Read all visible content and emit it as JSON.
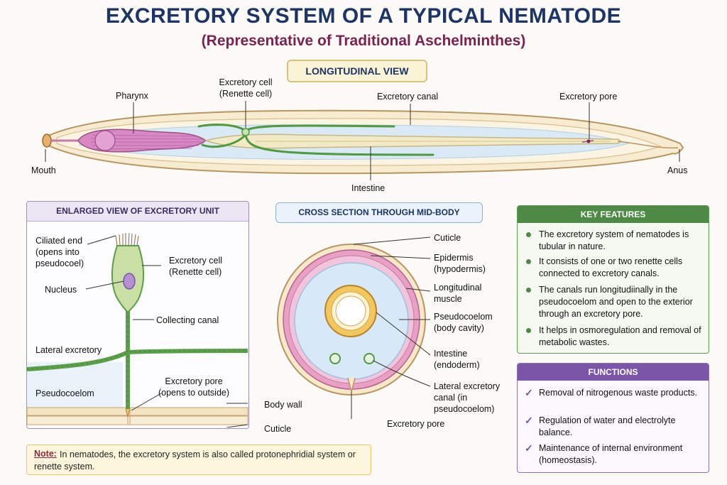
{
  "title": "EXCRETORY SYSTEM OF A TYPICAL NEMATODE",
  "subtitle": "(Representative of Traditional Aschelminthes)",
  "longitudinal": {
    "heading": "LONGITUDINAL VIEW",
    "labels": {
      "pharynx": "Pharynx",
      "excretory_cell_1": "Excretory cell",
      "excretory_cell_2": "(Renette cell)",
      "excretory_canal": "Excretory canal",
      "excretory_pore": "Excretory pore",
      "mouth": "Mouth",
      "anus": "Anus",
      "intestine": "Intestine"
    }
  },
  "enlarged": {
    "heading": "ENLARGED VIEW OF EXCRETORY UNIT",
    "labels": {
      "ciliated_1": "Ciliated end",
      "ciliated_2": "(opens into",
      "ciliated_3": "pseudocoel)",
      "cell_1": "Excretory cell",
      "cell_2": "(Renette cell)",
      "nucleus": "Nucleus",
      "collecting": "Collecting canal",
      "lateral": "Lateral excretory",
      "pore_1": "Excretory pore",
      "pore_2": "(opens to outside)",
      "pseudocoelom": "Pseudocoelom",
      "body_wall": "Body wall",
      "cuticle": "Cuticle"
    }
  },
  "cross_section": {
    "heading": "CROSS SECTION THROUGH MID-BODY",
    "labels": {
      "cuticle": "Cuticle",
      "epidermis_1": "Epidermis",
      "epidermis_2": "(hypodermis)",
      "muscle_1": "Longitudinal",
      "muscle_2": "muscle",
      "pseudo_1": "Pseudocoelom",
      "pseudo_2": "(body cavity)",
      "intestine_1": "Intestine",
      "intestine_2": "(endoderm)",
      "lateral_1": "Lateral excretory",
      "lateral_2": "canal (in",
      "lateral_3": "pseudocoelom)",
      "pore": "Excretory pore"
    }
  },
  "key_features": {
    "heading": "KEY FEATURES",
    "items": [
      "The excretory system of nematodes is tubular in nature.",
      "It consists of one or two renette cells connected to excretory canals.",
      "The canals run longitudiinally in the pseudocoelom and open to the exterior through an excretory pore.",
      "It helps in osmoregulation and removal of metabolic wastes."
    ]
  },
  "functions": {
    "heading": "FUNCTIONS",
    "items": [
      "Removal of nitrogenous waste products.",
      "Regulation of water and electrolyte balance.",
      "Maintenance of internal environment (homeostasis)."
    ]
  },
  "note": {
    "label": "Note:",
    "text": "In nematodes, the excretory system is also called protonephridial system or renette system."
  },
  "colors": {
    "title": "#1d3466",
    "subtitle": "#7a2350",
    "canal": "#4f9a3e",
    "pharynx": "#d889c3",
    "key_features": "#4e8a45",
    "functions": "#7a55a8"
  }
}
